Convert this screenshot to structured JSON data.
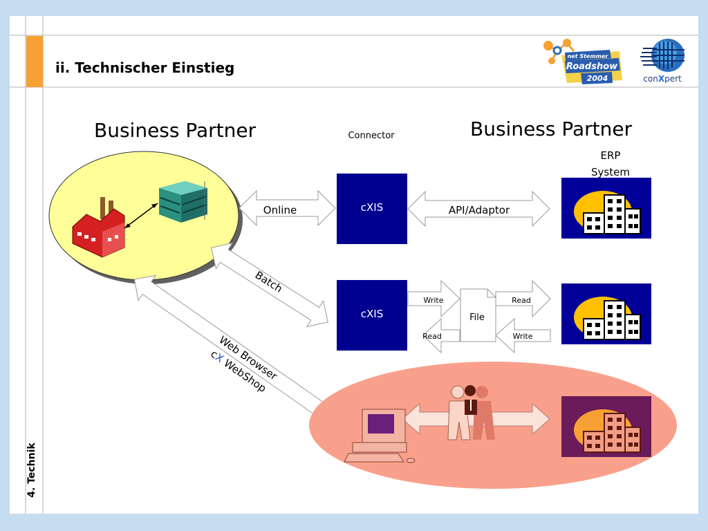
{
  "slide": {
    "title": "ii. Technischer Einstieg",
    "section": "4. Technik"
  },
  "logos": {
    "roadshow": {
      "line1": "net Stemmer",
      "line2": "Roadshow",
      "line3": "2004"
    },
    "conxpert": {
      "before": "con",
      "x": "X",
      "after": "pert"
    }
  },
  "diagram": {
    "business_partner_left": "Business Partner",
    "business_partner_right": "Business Partner",
    "connector": "Connector",
    "erp_system_line1": "ERP",
    "erp_system_line2": "System",
    "cxis_top": "cXIS",
    "cxis_middle": "cXIS",
    "online": "Online",
    "api_adaptor": "API/Adaptor",
    "batch": "Batch",
    "file": "File",
    "write_left": "Write",
    "read_left": "Read",
    "read_right": "Read",
    "write_right": "Write",
    "web_browser": "Web Browser",
    "webshop_c": "c",
    "webshop_x": "X",
    "webshop_rest": " WebShop"
  },
  "colors": {
    "background": "#c6dcf0",
    "accent_orange": "#f7a034",
    "cxis_box": "#000090",
    "ellipse_yellow": "#ffff99",
    "ellipse_salmon": "#f9a08c",
    "building_bg_blue": "#000099",
    "building_bg_purple": "#6b1a5a",
    "building_sun": "#ffc000"
  }
}
